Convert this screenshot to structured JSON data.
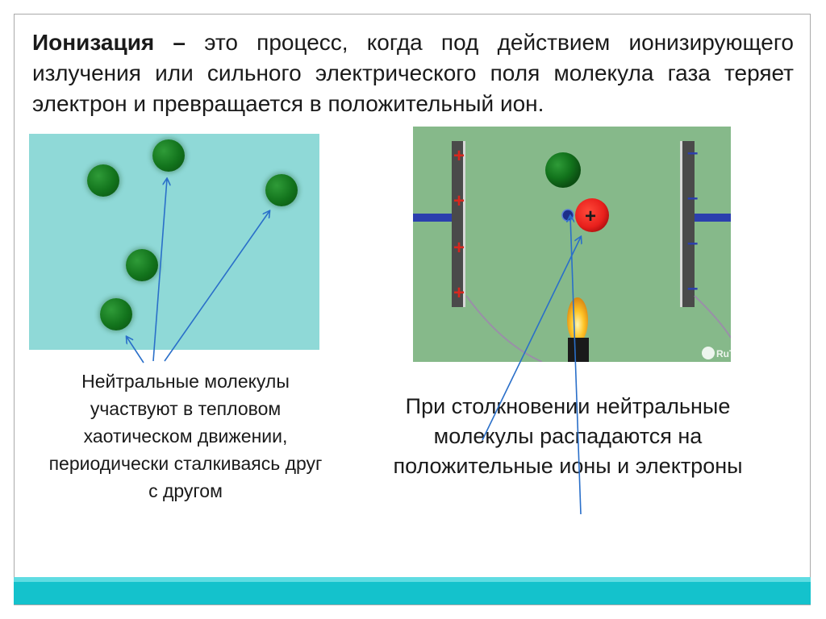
{
  "definition": {
    "term": "Ионизация –",
    "text": " это процесс, когда под действием ионизирующего излучения или сильного электрического поля молекула газа теряет электрон и превращается в положительный ион."
  },
  "captions": {
    "neutral": "Нейтральные молекулы участвуют в тепловом хаотическом движении, периодически сталкиваясь друг с другом",
    "collision": "При столкновении нейтральные молекулы распадаются на положительные ионы и электроны"
  },
  "right_image": {
    "plate_left_signs": [
      "+",
      "+",
      "+",
      "+"
    ],
    "plate_right_signs": [
      "–",
      "–",
      "–",
      "–"
    ],
    "ion_sign": "+",
    "watermark": "RuTube"
  },
  "colors": {
    "left_panel_bg": "#8fd9d7",
    "right_panel_bg": "#86b98a",
    "molecule_green": "#12731c",
    "ion_red": "#e8201c",
    "arrow_blue": "#2a6fc9",
    "footer_bar": "#14c2cc"
  }
}
